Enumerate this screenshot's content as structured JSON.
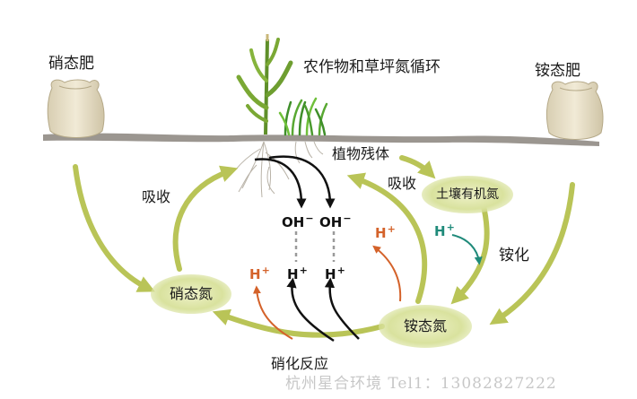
{
  "title": "农作物和草坪氮循环",
  "labels": {
    "nitrate_fertilizer": "硝态肥",
    "ammonium_fertilizer": "铵态肥",
    "plant_residue": "植物残体",
    "absorb_left": "吸收",
    "absorb_right": "吸收",
    "ammonification": "铵化",
    "nitrification": "硝化反应"
  },
  "nodes": {
    "nitrate_n": "硝态氮",
    "soil_organic_n": "土壤有机氮",
    "ammonium_n": "铵态氮"
  },
  "ions": {
    "oh_1": "OH",
    "oh_1_charge": "−",
    "oh_2": "OH",
    "oh_2_charge": "−",
    "h_1": "H",
    "h_1_charge": "+",
    "h_2": "H",
    "h_2_charge": "+",
    "h_orange_left": "H",
    "h_orange_left_charge": "+",
    "h_orange_right": "H",
    "h_orange_right_charge": "+",
    "h_teal": "H",
    "h_teal_charge": "+"
  },
  "watermark": "杭州星合环境 Tel1：13082827222",
  "colors": {
    "arrow_green": "#b9c457",
    "proton_orange": "#d4622a",
    "proton_teal": "#1f8a7a",
    "root_arrow": "#111111",
    "soil_line": "#8a847c"
  }
}
